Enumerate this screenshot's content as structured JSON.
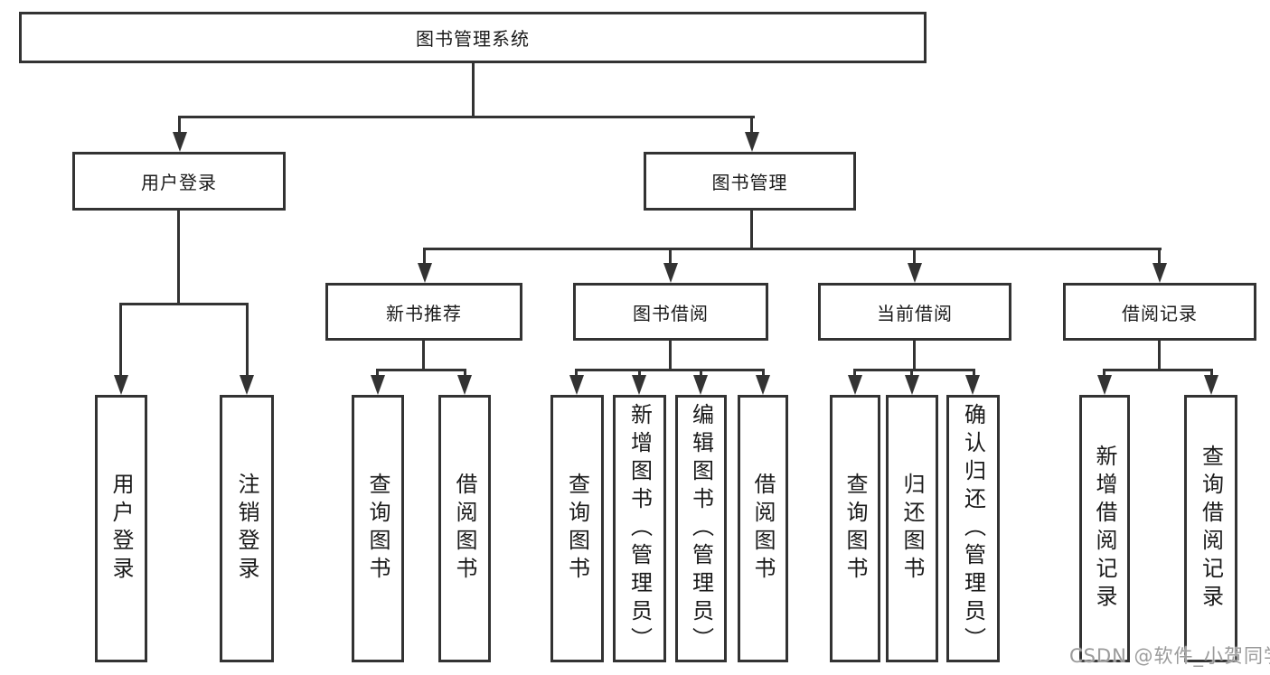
{
  "tree": {
    "root": {
      "label": "图书管理系统"
    },
    "branches": [
      {
        "label": "用户登录",
        "children": [
          {
            "label": "用户登录"
          },
          {
            "label": "注销登录"
          }
        ]
      },
      {
        "label": "图书管理",
        "children": [
          {
            "label": "新书推荐",
            "children": [
              {
                "label": "查询图书"
              },
              {
                "label": "借阅图书"
              }
            ]
          },
          {
            "label": "图书借阅",
            "children": [
              {
                "label": "查询图书"
              },
              {
                "label": "新增图书（管理员）"
              },
              {
                "label": "编辑图书（管理员）"
              },
              {
                "label": "借阅图书"
              }
            ]
          },
          {
            "label": "当前借阅",
            "children": [
              {
                "label": "查询图书"
              },
              {
                "label": "归还图书"
              },
              {
                "label": "确认归还（管理员）"
              }
            ]
          },
          {
            "label": "借阅记录",
            "children": [
              {
                "label": "新增借阅记录"
              },
              {
                "label": "查询借阅记录"
              }
            ]
          }
        ]
      }
    ]
  },
  "watermark": {
    "text": "CSDN @软件_小贺同学"
  },
  "colors": {
    "line": "#333333",
    "box_border": "#333333",
    "text": "#1a1a1a",
    "background": "#ffffff",
    "watermark": "#9b9b9b"
  }
}
